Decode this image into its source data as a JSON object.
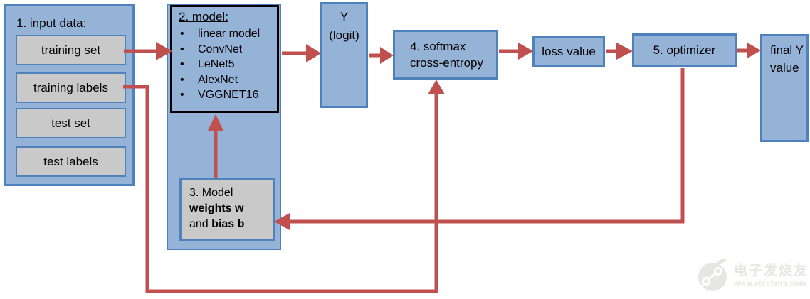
{
  "colors": {
    "node_fill": "#95b3d7",
    "node_border": "#4f81bd",
    "gray_fill": "#c9c9c9",
    "arrow_red": "#c0504d",
    "model_frame": "#000000",
    "watermark_gray": "#e6e6e3"
  },
  "nodes": {
    "input_data": {
      "title": "1. input data:",
      "items": [
        "training set",
        "training labels",
        "test set",
        "test labels"
      ]
    },
    "model": {
      "title": "2. model:",
      "bullet": "•",
      "items": [
        "linear model",
        "ConvNet",
        "LeNet5",
        "AlexNet",
        "VGGNET16"
      ]
    },
    "weights": {
      "line1": "3. Model",
      "line2_bold": "weights w",
      "line3_normal": "and",
      "line3_bold": "bias b"
    },
    "y_logit": {
      "line1": "Y",
      "line2": "(logit)"
    },
    "softmax": {
      "line1": "4. softmax",
      "line2": "cross-entropy"
    },
    "loss": {
      "label": "loss value"
    },
    "optimizer": {
      "label": "5. optimizer"
    },
    "final_y": {
      "line1": "final Y",
      "line2": "value"
    }
  },
  "watermark": {
    "brand": "电子发烧友",
    "url": "www.elecfans.com"
  }
}
